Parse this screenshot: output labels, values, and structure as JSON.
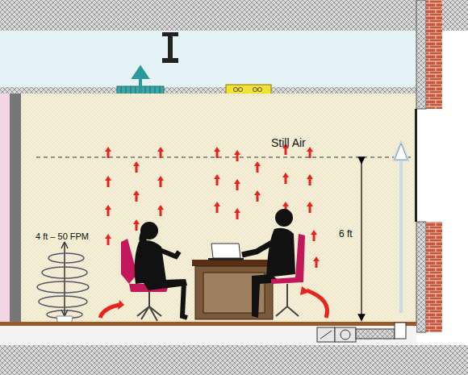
{
  "diagram": {
    "labels": [
      "Still Air",
      "4 ft – 50 FPM",
      "6 ft"
    ]
  }
}
